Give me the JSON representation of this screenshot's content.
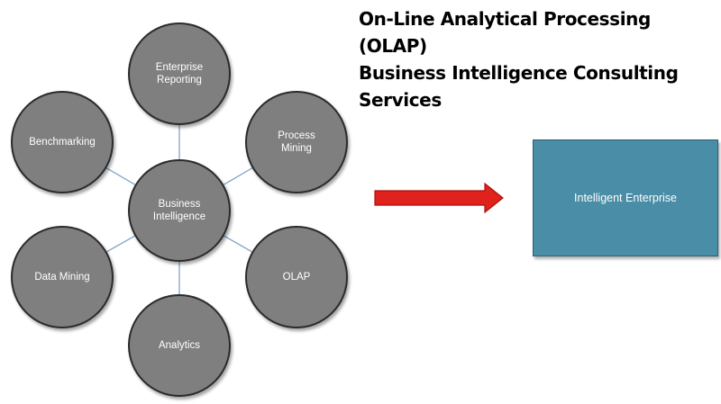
{
  "title": {
    "text": "On-Line Analytical Processing (OLAP)\nBusiness Intelligence Consulting\nServices"
  },
  "diagram": {
    "center": {
      "label": "Business\nIntelligence"
    },
    "satellites": [
      {
        "id": "enterprise-reporting",
        "label": "Enterprise\nReporting"
      },
      {
        "id": "process-mining",
        "label": "Process\nMining"
      },
      {
        "id": "olap",
        "label": "OLAP"
      },
      {
        "id": "analytics",
        "label": "Analytics"
      },
      {
        "id": "data-mining",
        "label": "Data Mining"
      },
      {
        "id": "benchmarking",
        "label": "Benchmarking"
      }
    ],
    "target": {
      "label": "Intelligent Enterprise"
    }
  },
  "colors": {
    "node_fill": "#7f7f7f",
    "connector": "#7fa4c8",
    "arrow": "#e0211c",
    "target_fill": "#4a8da6"
  }
}
